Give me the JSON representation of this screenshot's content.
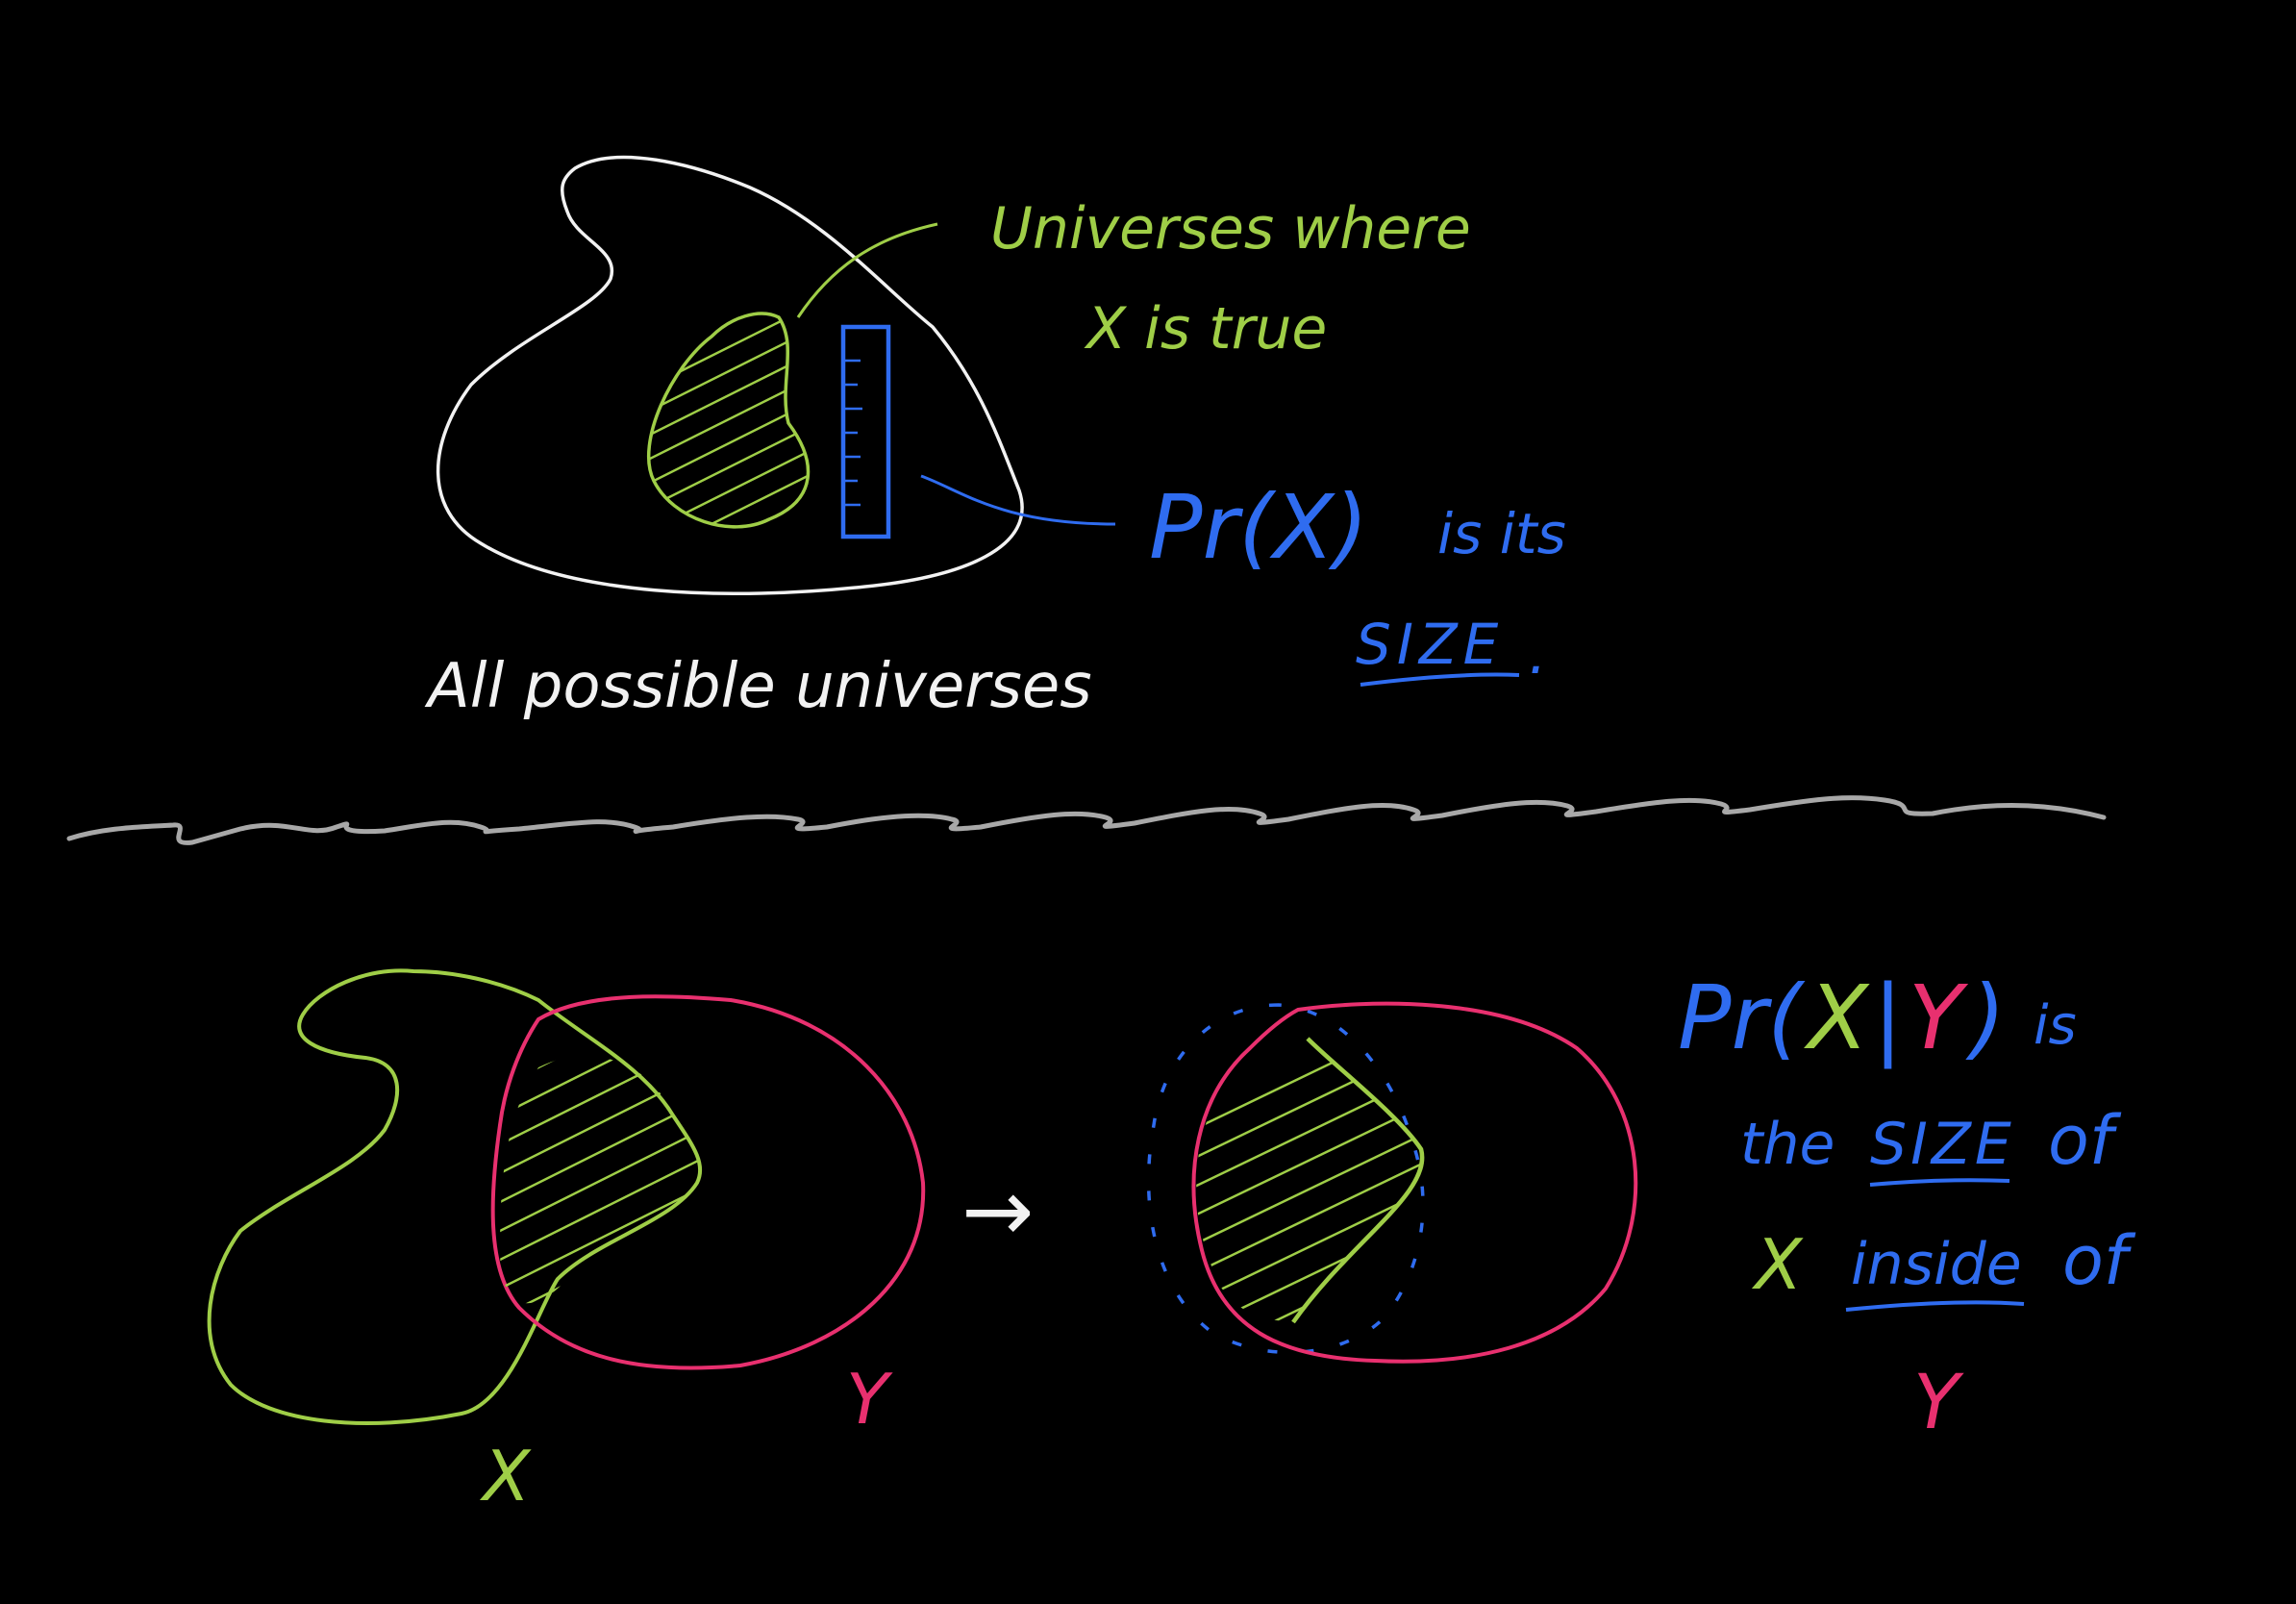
{
  "colors": {
    "background": "#000000",
    "universe": "#f2f2f2",
    "x_set": "#9fce47",
    "y_set": "#e8306f",
    "measure": "#2f6cf0",
    "divider": "#a8a8a8"
  },
  "top": {
    "x_label_line1": "Universes where",
    "x_label_line2": "X is true",
    "pr_expr": "Pr(X)",
    "pr_suffix": "is its",
    "size_word": "SIZE",
    "size_period": ".",
    "universe_label": "All possible universes"
  },
  "bottom": {
    "x_label": "X",
    "y_label": "Y",
    "arrow": "→",
    "cond_pr": "Pr(",
    "cond_x": "X",
    "cond_bar": "|",
    "cond_y": "Y",
    "cond_close": ")",
    "cond_is": "is",
    "the": "the",
    "size_word": "SIZE",
    "of": "of",
    "x_word": "X",
    "inside_word": "inside",
    "of2": "of",
    "y_word": "Y"
  }
}
